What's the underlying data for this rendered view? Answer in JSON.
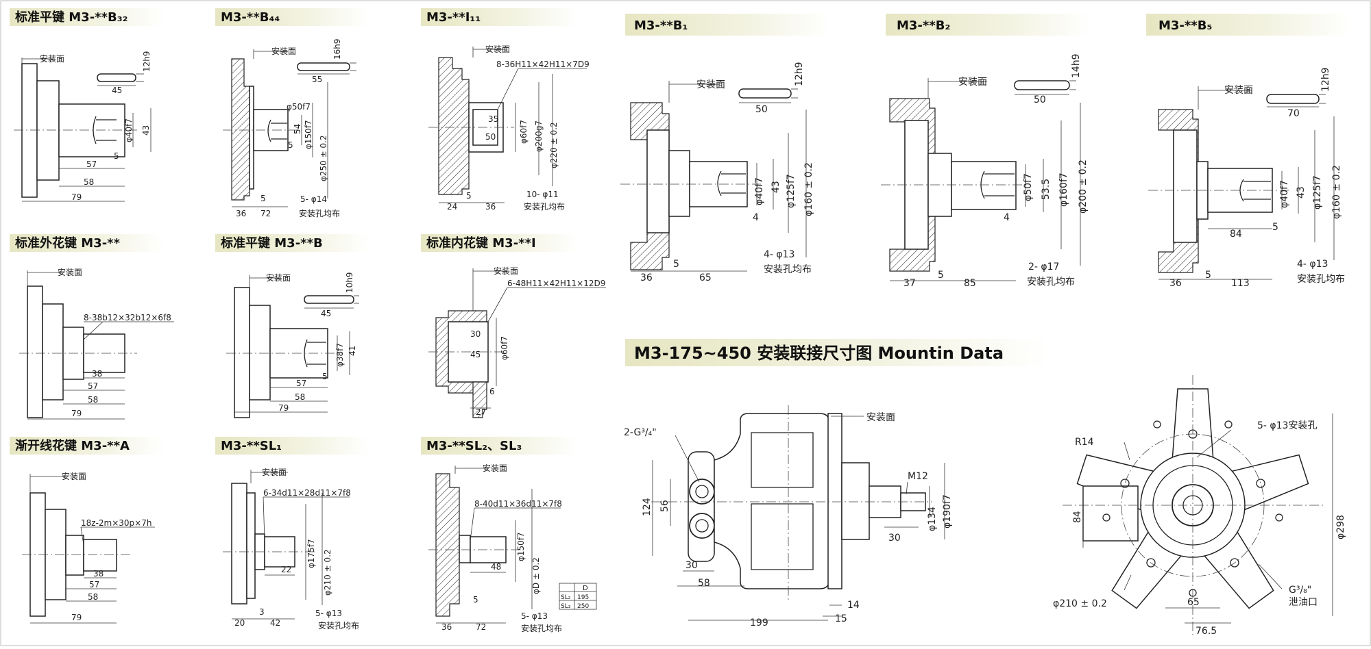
{
  "sections": {
    "s1": {
      "title": "标准平键 M3-**B₃₂",
      "mount_label": "安装面",
      "key_width": "12h9",
      "key_len": "45",
      "dia": "φ40f7",
      "d43": "43",
      "d5": "5",
      "d57": "57",
      "d58": "58",
      "d79": "79"
    },
    "s2": {
      "title": "M3-**B₄₄",
      "mount_label": "安装面",
      "key_width": "16h9",
      "key_len": "55",
      "dia1": "φ50f7",
      "dia2": "φ150f7",
      "d54": "54",
      "d5": "5",
      "dia3": "φ250 ± 0.2",
      "holes": "5- φ14",
      "d36": "36",
      "d5b": "5",
      "d72": "72",
      "holes_note": "安装孔均布"
    },
    "s3": {
      "title": "M3-**I₁₁",
      "mount_label": "安装面",
      "spline": "8-36H11×42H11×7D9",
      "d35": "35",
      "d50": "50",
      "dia1": "φ60f7",
      "dia2": "φ200g7",
      "dia3": "φ220 ± 0.2",
      "holes": "10- φ11",
      "d24": "24",
      "d5": "5",
      "d36": "36",
      "holes_note": "安装孔均布"
    },
    "s4": {
      "title": "标准外花键 M3-**",
      "mount_label": "安装面",
      "spline": "8-38b12×32b12×6f8",
      "d38": "38",
      "d57": "57",
      "d58": "58",
      "d79": "79"
    },
    "s5": {
      "title": "标准平键 M3-**B",
      "mount_label": "安装面",
      "key_width": "10h9",
      "key_len": "45",
      "dia": "φ38f7",
      "d41": "41",
      "d5": "5",
      "d57": "57",
      "d58": "58",
      "d79": "79"
    },
    "s6": {
      "title": "标准内花键 M3-**I",
      "mount_label": "安装面",
      "spline": "6-48H11×42H11×12D9",
      "d30": "30",
      "d45": "45",
      "dia": "φ60f7",
      "d6": "6",
      "d27": "27"
    },
    "s7": {
      "title": "渐开线花键 M3-**A",
      "mount_label": "安装面",
      "spline": "18z-2m×30p×7h",
      "d38": "38",
      "d57": "57",
      "d58": "58",
      "d79": "79"
    },
    "s8": {
      "title": "M3-**SL₁",
      "mount_label": "安装面",
      "spline": "6-34d11×28d11×7f8",
      "dia1": "φ175f7",
      "dia2": "φ210 ± 0.2",
      "d22": "22",
      "d3": "3",
      "holes": "5- φ13",
      "d20": "20",
      "d42": "42",
      "holes_note": "安装孔均布"
    },
    "s9": {
      "title": "M3-**SL₂、SL₃",
      "mount_label": "安装面",
      "spline": "8-40d11×36d11×7f8",
      "dia1": "φ150f7",
      "dia2": "φD ± 0.2",
      "d48": "48",
      "d5": "5",
      "holes": "5- φ13",
      "d36": "36",
      "d72": "72",
      "holes_note": "安装孔均布",
      "table": {
        "header": "D",
        "rows": [
          [
            "SL₂",
            "195"
          ],
          [
            "SL₃",
            "250"
          ]
        ]
      }
    },
    "b1": {
      "title": "M3-**B₁",
      "mount_label": "安装面",
      "key_width": "12h9",
      "key_len": "50",
      "dia1": "φ40f7",
      "d43": "43",
      "dia2": "φ125f7",
      "dia3": "φ160 ± 0.2",
      "d4": "4",
      "holes": "4- φ13",
      "d36": "36",
      "d5": "5",
      "d65": "65",
      "holes_note": "安装孔均布"
    },
    "b2": {
      "title": "M3-**B₂",
      "mount_label": "安装面",
      "key_width": "14h9",
      "key_len": "50",
      "dia1": "φ50f7",
      "d535": "53.5",
      "dia2": "φ160f7",
      "dia3": "φ200 ± 0.2",
      "d4": "4",
      "holes": "2- φ17",
      "d37": "37",
      "d5": "5",
      "d85": "85",
      "holes_note": "安装孔均布"
    },
    "b5": {
      "title": "M3-**B₅",
      "mount_label": "安装面",
      "key_width": "12h9",
      "key_len": "70",
      "dia1": "φ40f7",
      "d43": "43",
      "dia2": "φ125f7",
      "dia3": "φ160 ± 0.2",
      "d84": "84",
      "d5": "5",
      "holes": "4- φ13",
      "d36": "36",
      "d5b": "5",
      "d113": "113",
      "holes_note": "安装孔均布"
    },
    "mount": {
      "title": "M3-175~450 安装联接尺寸图  Mountin Data",
      "mount_label": "安装面",
      "port": "2-G³/₄\"",
      "d124": "124",
      "d56": "56",
      "d30": "30",
      "d58": "58",
      "d199": "199",
      "m12": "M12",
      "d30b": "30",
      "dia1": "φ134",
      "dia2": "φ190f7",
      "d14": "14",
      "d15": "15",
      "r14": "R14",
      "holes": "5- φ13安装孔",
      "d84": "84",
      "dia3": "φ298",
      "drain": "G³/₈\"",
      "drain_label": "泄油口",
      "dia4": "φ210 ± 0.2",
      "d65": "65",
      "d765": "76.5"
    }
  }
}
